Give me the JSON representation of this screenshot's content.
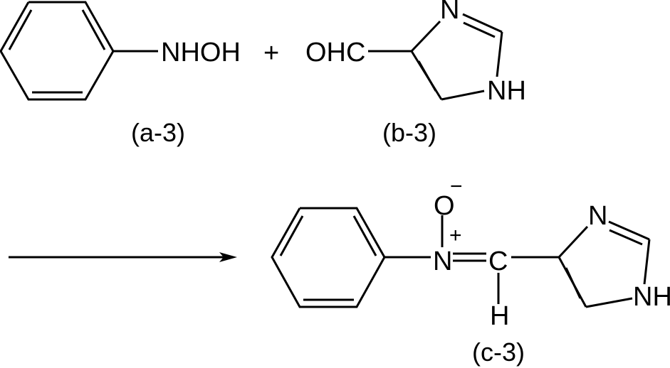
{
  "reaction": {
    "reactant_a": {
      "id_label": "(a-3)",
      "substituent": "NHOH",
      "name": "phenylhydroxylamine"
    },
    "plus_sign": "+",
    "reactant_b": {
      "id_label": "(b-3)",
      "substituent": "OHC",
      "ring_atom_n": "N",
      "ring_atom_nh": "NH",
      "name": "imidazole-4-carbaldehyde"
    },
    "arrow": "reaction-arrow",
    "product_c": {
      "id_label": "(c-3)",
      "atom_o": "O",
      "charge_o": "−",
      "atom_n": "N",
      "charge_n": "+",
      "atom_c": "C",
      "atom_h": "H",
      "ring_atom_n": "N",
      "ring_atom_nh": "NH",
      "name": "nitrone product"
    }
  },
  "colors": {
    "ink": "#000000",
    "background": "#ffffff"
  }
}
